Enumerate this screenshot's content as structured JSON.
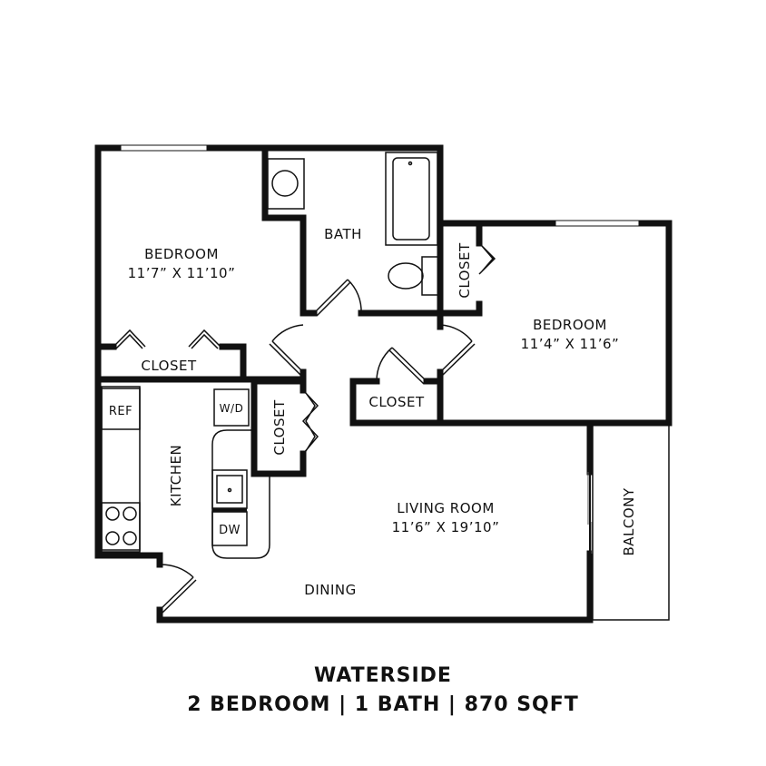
{
  "plan": {
    "name": "WATERSIDE",
    "summary": "2 BEDROOM | 1 BATH | 870 SQFT",
    "rooms": {
      "bedroom1": {
        "label": "BEDROOM",
        "dims": "11’7” X 11’10”"
      },
      "bath": {
        "label": "BATH"
      },
      "bedroom2": {
        "label": "BEDROOM",
        "dims": "11’4” X 11’6”"
      },
      "closet1": {
        "label": "CLOSET"
      },
      "closet2": {
        "label": "CLOSET"
      },
      "closet3": {
        "label": "CLOSET"
      },
      "closet4": {
        "label": "CLOSET"
      },
      "kitchen": {
        "label": "KITCHEN"
      },
      "living": {
        "label": "LIVING ROOM",
        "dims": "11’6” X 19’10”"
      },
      "dining": {
        "label": "DINING"
      },
      "balcony": {
        "label": "BALCONY"
      }
    },
    "fixtures": {
      "ref": "REF",
      "wd": "W/D",
      "dw": "DW"
    },
    "colors": {
      "wall": "#111111",
      "background": "#ffffff"
    }
  }
}
